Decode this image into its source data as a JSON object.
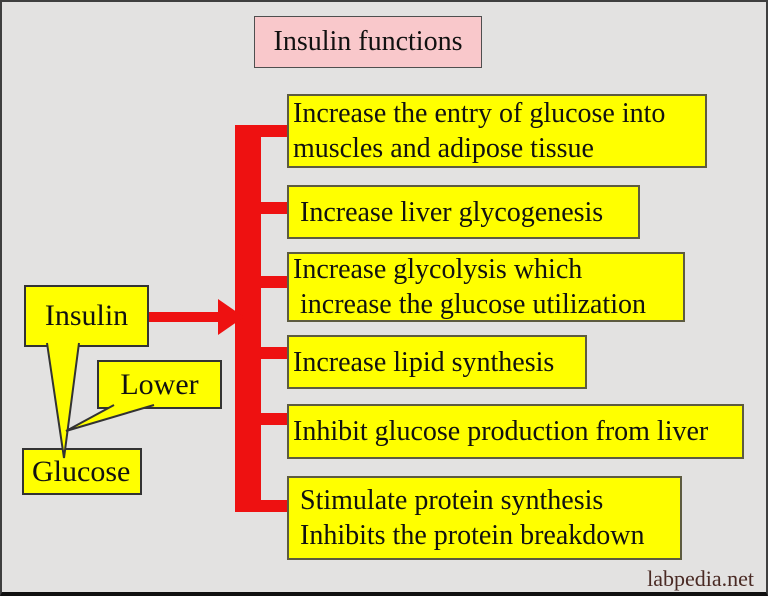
{
  "title": "Insulin functions",
  "watermark": "labpedia.net",
  "nodes": {
    "insulin": "Insulin",
    "lower": "Lower",
    "glucose": "Glucose"
  },
  "functions": [
    "Increase the entry of glucose into\nmuscles and adipose tissue",
    " Increase liver glycogenesis",
    "Increase glycolysis which\n increase the glucose utilization",
    "Increase lipid synthesis",
    "Inhibit glucose production from liver",
    " Stimulate protein synthesis\n Inhibits the protein breakdown"
  ],
  "colors": {
    "background": "#e3e2e1",
    "box_yellow": "#ffff00",
    "title_pink": "#f9c8cb",
    "connector_red": "#ee1111",
    "text": "#111111",
    "watermark_text": "#4a2a24"
  }
}
